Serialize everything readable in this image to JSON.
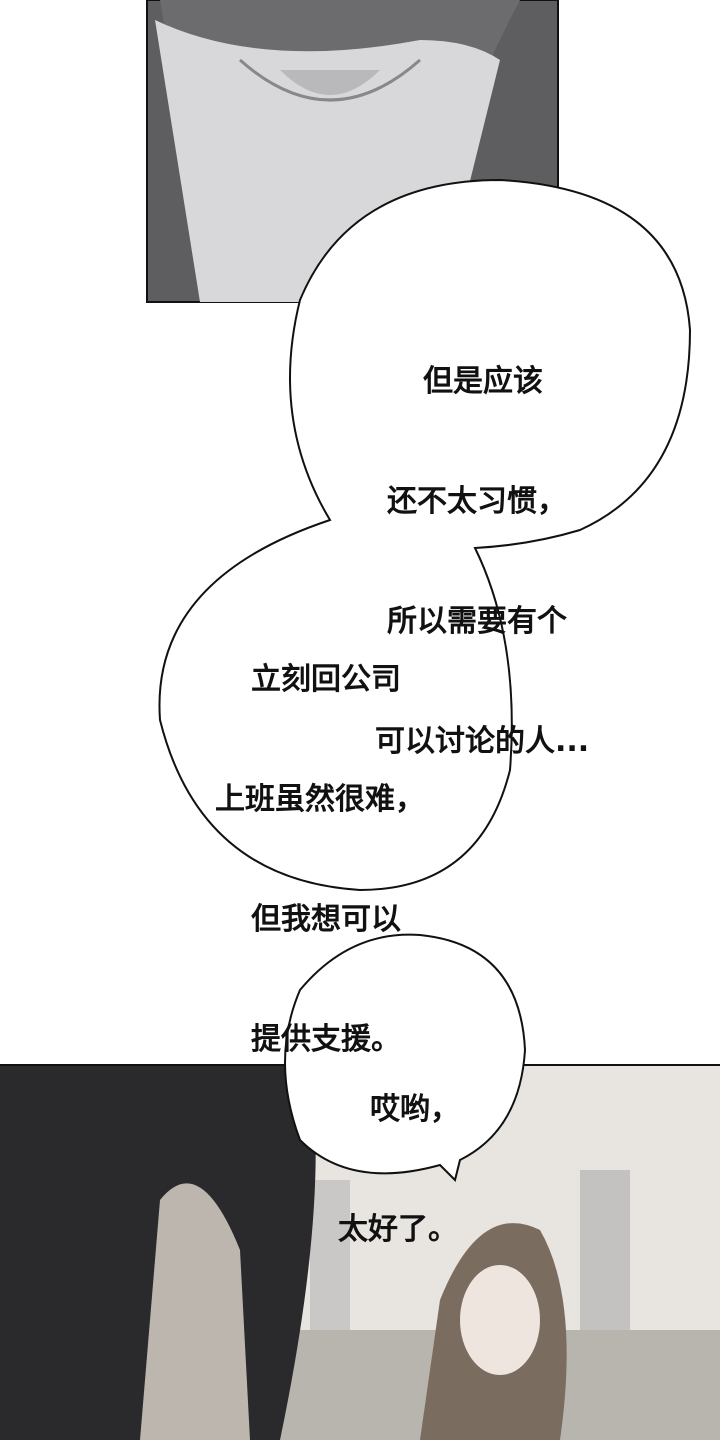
{
  "bubbles": [
    {
      "lines": [
        "但是应该",
        "还不太习惯，",
        "所以需要有个",
        "可以讨论的人..."
      ]
    },
    {
      "lines": [
        "立刻回公司",
        "上班虽然很难，",
        "但我想可以",
        "提供支援。"
      ]
    },
    {
      "lines": [
        "哎哟，",
        "太好了。"
      ]
    }
  ],
  "colors": {
    "panel_dark": "#5e5e60",
    "shirt": "#d8d8da",
    "sky": "#e8e4e0",
    "hair": "#2a2a2c"
  }
}
